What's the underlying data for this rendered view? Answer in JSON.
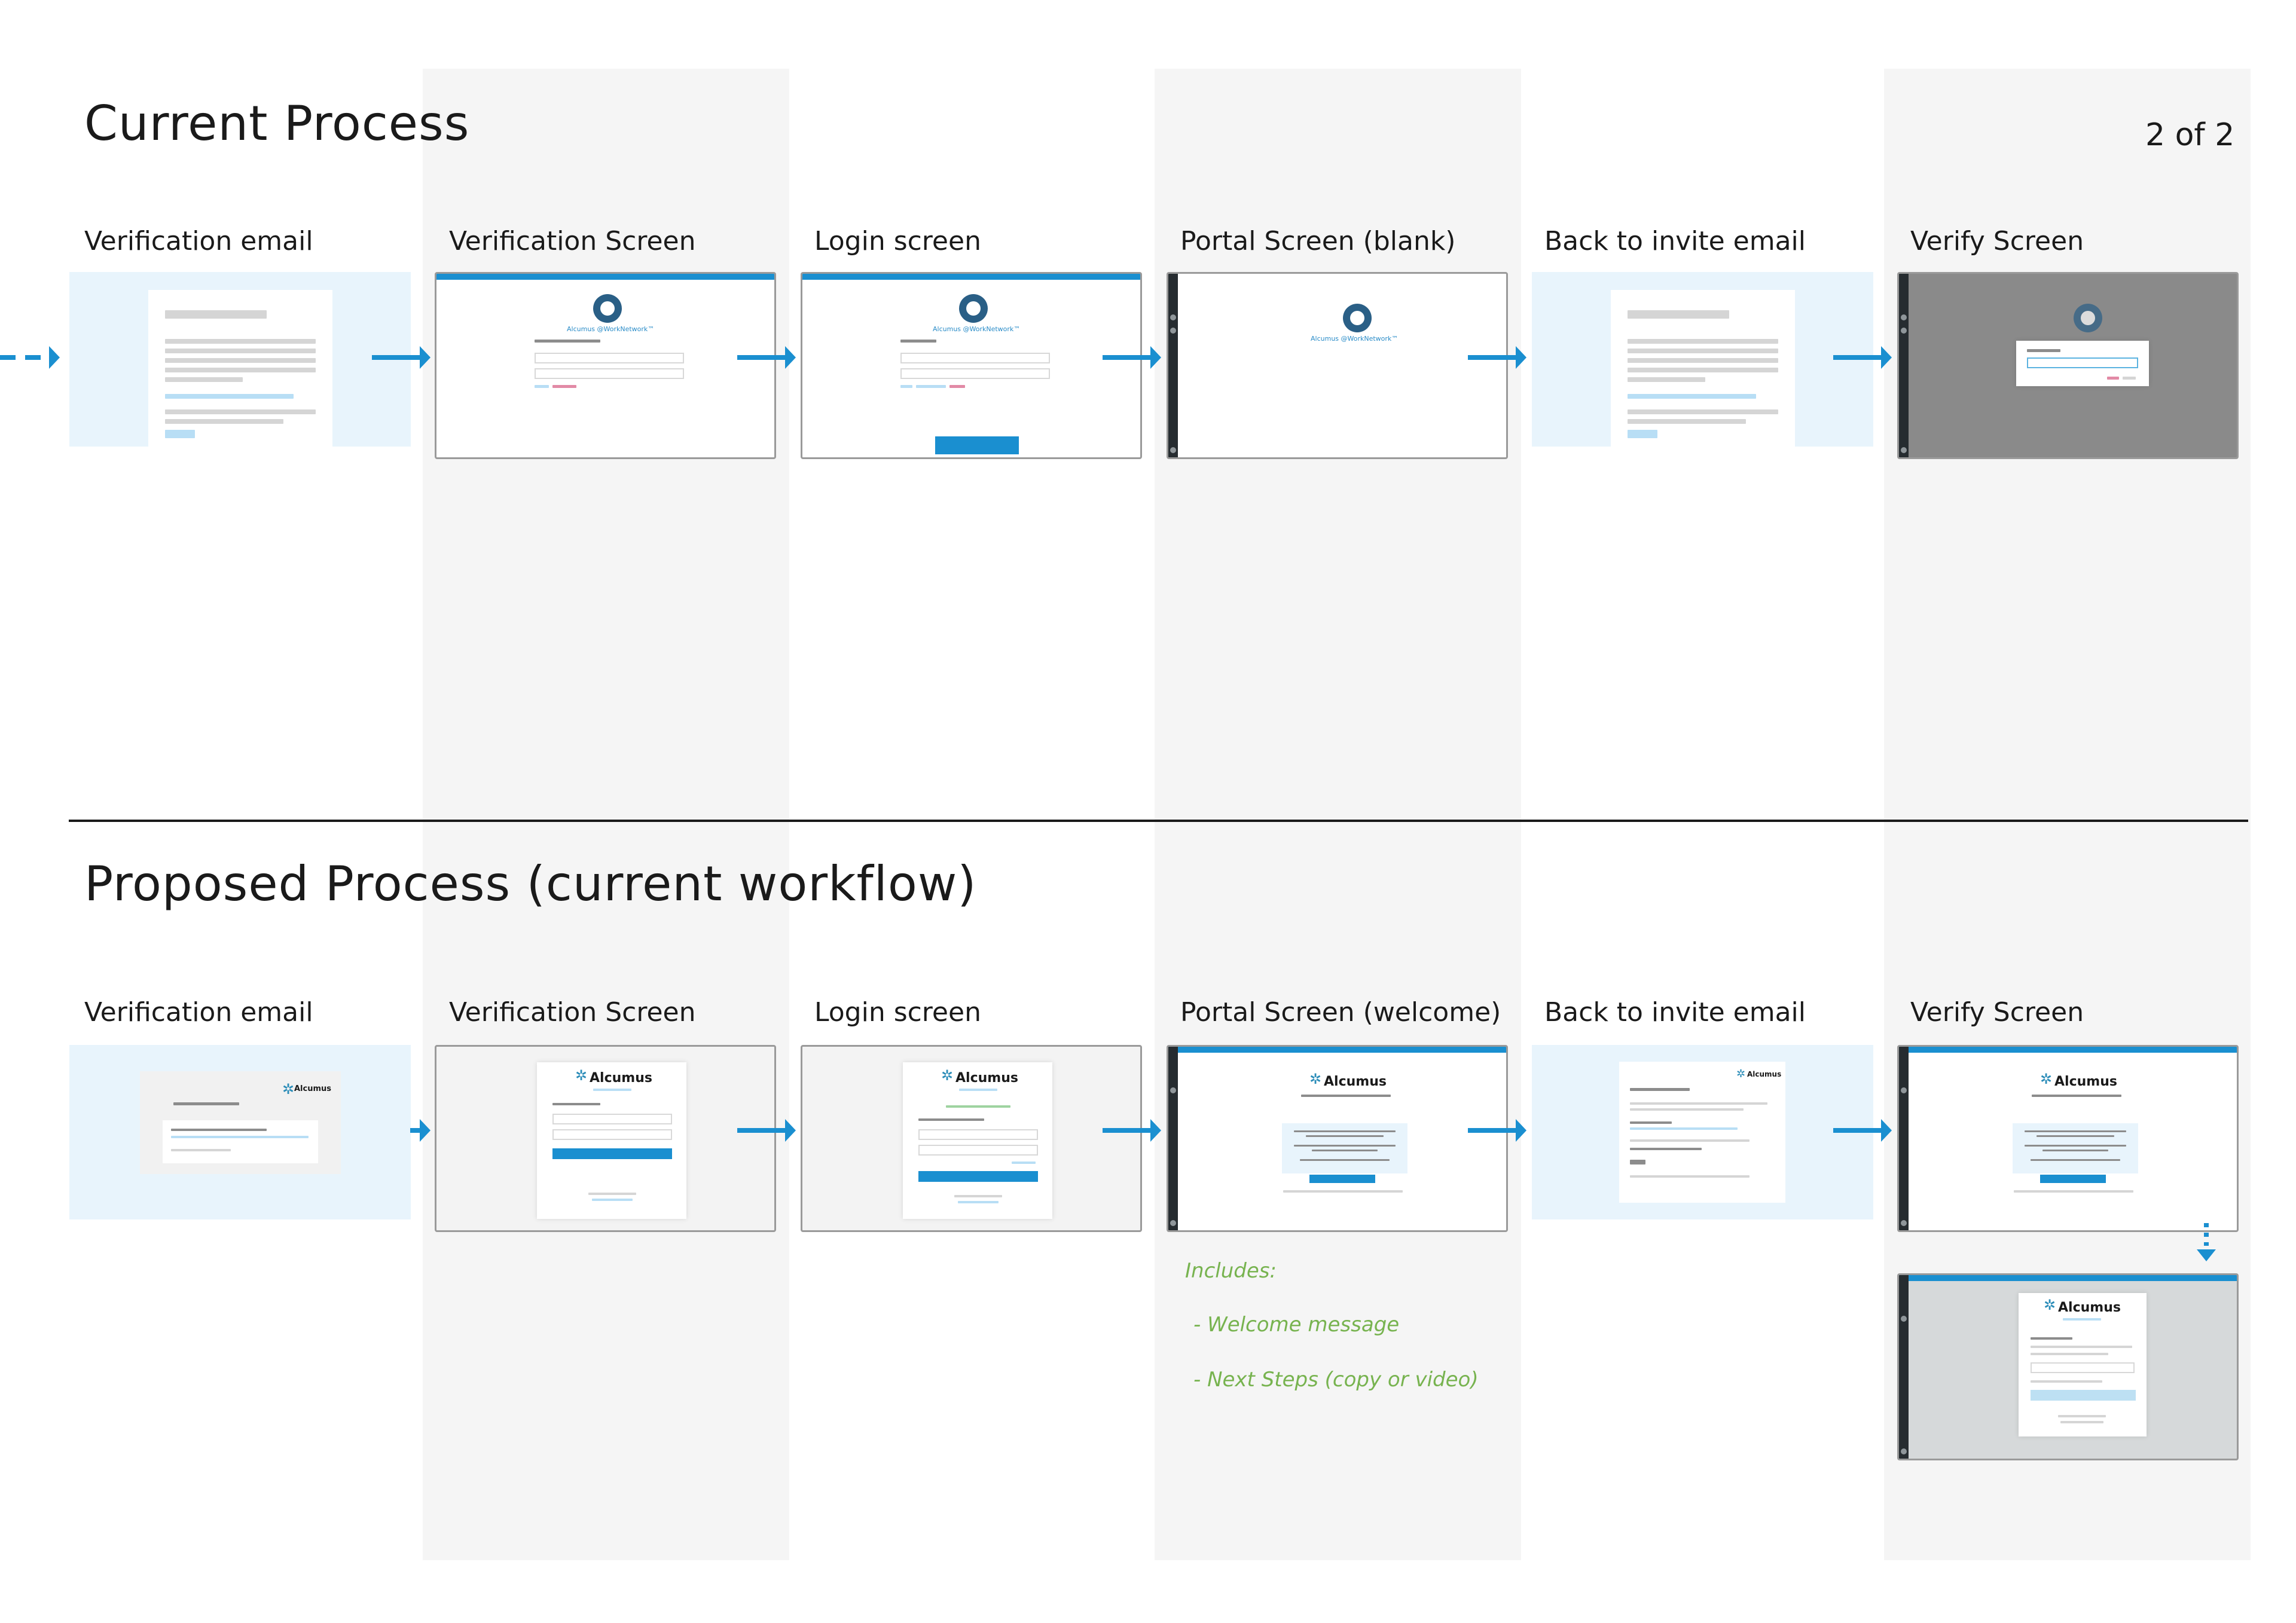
{
  "current": {
    "title": "Current Process",
    "pager": "2 of 2",
    "steps": [
      {
        "label": "Verification email"
      },
      {
        "label": "Verification Screen"
      },
      {
        "label": "Login screen"
      },
      {
        "label": "Portal Screen (blank)"
      },
      {
        "label": "Back to invite email"
      },
      {
        "label": "Verify Screen"
      }
    ]
  },
  "proposed": {
    "title": "Proposed Process (current workflow)",
    "steps": [
      {
        "label": "Verification email"
      },
      {
        "label": "Verification Screen"
      },
      {
        "label": "Login screen"
      },
      {
        "label": "Portal Screen (welcome)"
      },
      {
        "label": "Back to invite email"
      },
      {
        "label": "Verify Screen"
      }
    ],
    "notes": {
      "includes": "Includes:",
      "item1": "- Welcome message",
      "item2": "- Next Steps (copy or video)"
    }
  },
  "brand": {
    "alcumus": "Alcumus",
    "network": "Alcumus @WorkNetwork™",
    "star": "✲"
  },
  "colors": {
    "arrow": "#1a8fd0",
    "note": "#77b34f",
    "band": "#f5f5f5",
    "email_bg": "#e8f4fc"
  }
}
